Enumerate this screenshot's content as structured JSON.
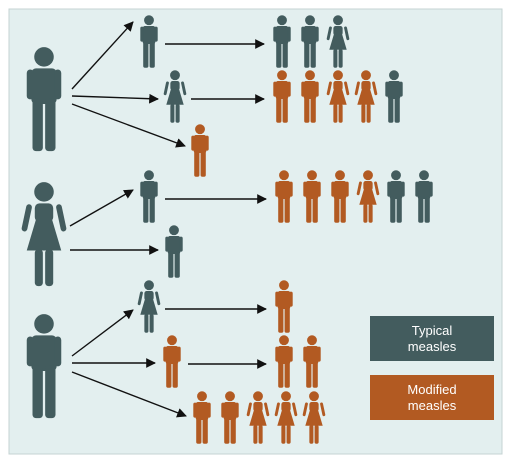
{
  "colors": {
    "background": "#e3efef",
    "frame": "#c5d3d3",
    "typical": "#435c5e",
    "modified": "#b25a22",
    "arrow": "#111111"
  },
  "icons": {
    "male": "male-person-icon",
    "female": "female-person-icon"
  },
  "legend": {
    "typical_label": "Typical\nmeasles",
    "modified_label": "Modified\nmeasles"
  },
  "groups": [
    {
      "source": {
        "sex": "male",
        "type": "typical"
      },
      "branches": [
        {
          "via": {
            "sex": "male",
            "type": "typical"
          },
          "cases": [
            {
              "sex": "male",
              "type": "typical"
            },
            {
              "sex": "male",
              "type": "typical"
            },
            {
              "sex": "female",
              "type": "typical"
            }
          ]
        },
        {
          "via": {
            "sex": "female",
            "type": "typical"
          },
          "cases": [
            {
              "sex": "male",
              "type": "modified"
            },
            {
              "sex": "male",
              "type": "modified"
            },
            {
              "sex": "female",
              "type": "modified"
            },
            {
              "sex": "female",
              "type": "modified"
            },
            {
              "sex": "male",
              "type": "typical"
            }
          ]
        },
        {
          "via": {
            "sex": "male",
            "type": "modified"
          },
          "cases": []
        }
      ]
    },
    {
      "source": {
        "sex": "female",
        "type": "typical"
      },
      "branches": [
        {
          "via": {
            "sex": "male",
            "type": "typical"
          },
          "cases": [
            {
              "sex": "male",
              "type": "modified"
            },
            {
              "sex": "male",
              "type": "modified"
            },
            {
              "sex": "male",
              "type": "modified"
            },
            {
              "sex": "female",
              "type": "modified"
            },
            {
              "sex": "male",
              "type": "typical"
            },
            {
              "sex": "male",
              "type": "typical"
            }
          ]
        },
        {
          "via": {
            "sex": "male",
            "type": "typical"
          },
          "cases": []
        }
      ]
    },
    {
      "source": {
        "sex": "male",
        "type": "typical"
      },
      "branches": [
        {
          "via": {
            "sex": "female",
            "type": "typical"
          },
          "cases": [
            {
              "sex": "male",
              "type": "modified"
            }
          ]
        },
        {
          "via": {
            "sex": "male",
            "type": "modified"
          },
          "cases": [
            {
              "sex": "male",
              "type": "modified"
            },
            {
              "sex": "male",
              "type": "modified"
            }
          ]
        },
        {
          "via": null,
          "cases": [
            {
              "sex": "male",
              "type": "modified"
            },
            {
              "sex": "male",
              "type": "modified"
            },
            {
              "sex": "female",
              "type": "modified"
            },
            {
              "sex": "female",
              "type": "modified"
            },
            {
              "sex": "female",
              "type": "modified"
            }
          ]
        }
      ]
    }
  ]
}
